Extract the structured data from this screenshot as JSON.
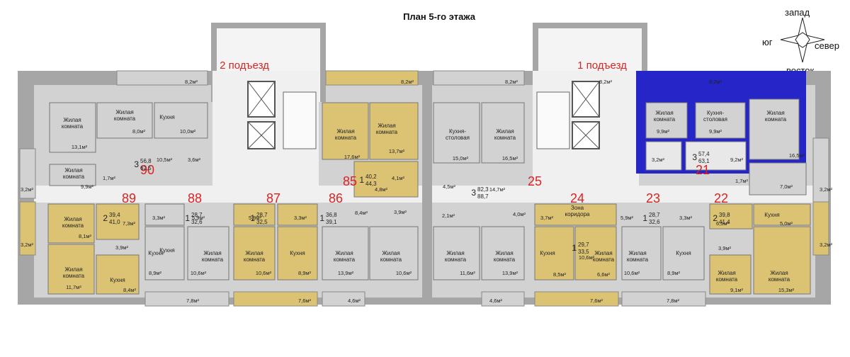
{
  "title": "План 5-го этажа",
  "compass": {
    "west": "запад",
    "south": "юг",
    "north": "север",
    "east": "восток"
  },
  "entrances": [
    {
      "label": "2 подъезд"
    },
    {
      "label": "1 подъезд"
    }
  ],
  "colors": {
    "wall": "#a6a6a6",
    "room": "#d2d2d2",
    "corridor": "#f0f0f0",
    "highlight": "#dcc374",
    "selected": "#2525c8",
    "apt_number": "#dd2222"
  },
  "apartments": [
    {
      "number": "90",
      "rooms": "3",
      "area_living": "56,8",
      "area_total": "62,5"
    },
    {
      "number": "89",
      "rooms": "2",
      "area_living": "39,4",
      "area_total": "41,0"
    },
    {
      "number": "88",
      "rooms": "1",
      "area_living": "28,7",
      "area_total": "32,6"
    },
    {
      "number": "87",
      "rooms": "1",
      "area_living": "28,7",
      "area_total": "32,5"
    },
    {
      "number": "86",
      "rooms": "1",
      "area_living": "36,8",
      "area_total": "39,1"
    },
    {
      "number": "85",
      "rooms": "1",
      "area_living": "40,2",
      "area_total": "44,3"
    },
    {
      "number": "25",
      "rooms": "3",
      "area_living": "82,3",
      "area_total": "88,7"
    },
    {
      "number": "24",
      "rooms": "1",
      "area_living": "29,7",
      "area_total": "33,5"
    },
    {
      "number": "23",
      "rooms": "1",
      "area_living": "28,7",
      "area_total": "32,6"
    },
    {
      "number": "22",
      "rooms": "2",
      "area_living": "39,8",
      "area_total": "41,4"
    },
    {
      "number": "21",
      "rooms": "3",
      "area_living": "57,4",
      "area_total": "63,1"
    }
  ],
  "room_names": [
    "Жилая\nкомната",
    "Жилая\nкомната",
    "Кухня",
    "Жилая\nкомната",
    "Жилая\nкомната",
    "Кухня-\nстоловая",
    "Кухня-\nстоловая",
    "Жилая\nкомната",
    "Жилая\nкомната",
    "Жилая\nкомната",
    "Жилая\nкомната",
    "Жилая\nкомната",
    "Кухня",
    "Кухня",
    "Жилая\nкомната",
    "Кухня",
    "Жилая\nкомната",
    "Жилая\nкомната",
    "Кухня",
    "Жилая\nкомната",
    "Жилая\nкомната",
    "Жилая\nкомната",
    "Жилая\nкомната",
    "Зона\nкоридора",
    "Кухня",
    "Жилая\nкомната",
    "Жилая\nкомната",
    "Кухня",
    "Кухня",
    "Жилая\nкомната",
    "Жилая\nкомната"
  ],
  "areas": [
    "8,2м²",
    "8,2м²",
    "8,2м²",
    "8,2м²",
    "8,2м²",
    "13,1м²",
    "8,0м²",
    "10,0м²",
    "10,5м²",
    "3,6м²",
    "9,9м²",
    "1,7м²",
    "17,6м²",
    "13,7м²",
    "4,1м²",
    "4,8м²",
    "15,0м²",
    "16,5м²",
    "4,5м²",
    "14,7м²",
    "2,1м²",
    "4,0м²",
    "9,9м²",
    "9,9м²",
    "16,5м²",
    "3,2м²",
    "9,2м²",
    "1,7м²",
    "7,0м²",
    "3,2м²",
    "3,2м²",
    "3,2м²",
    "3,2м²",
    "7,3м²",
    "8,1м²",
    "3,9м²",
    "11,7м²",
    "8,4м²",
    "3,3м²",
    "5,9м²",
    "8,9м²",
    "10,6м²",
    "7,8м²",
    "5,9м²",
    "3,3м²",
    "10,6м²",
    "8,9м²",
    "7,6м²",
    "8,4м²",
    "3,9м²",
    "13,9м²",
    "10,6м²",
    "4,6м²",
    "11,6м²",
    "13,9м²",
    "4,6м²",
    "3,7м²",
    "8,5м²",
    "10,6м²",
    "6,6м²",
    "7,6м²",
    "5,9м²",
    "3,3м²",
    "10,6м²",
    "8,9м²",
    "7,8м²",
    "6,5м²",
    "5,0м²",
    "3,9м²",
    "9,1м²",
    "15,3м²"
  ]
}
